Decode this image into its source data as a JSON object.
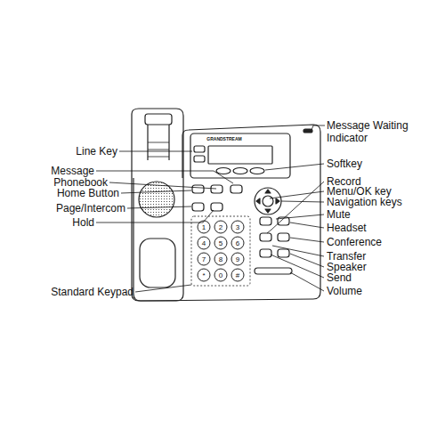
{
  "diagram": {
    "labels": [
      "Message Waiting Indicator",
      "Line Key",
      "GRANDSTREAM",
      "Softkey",
      "Message",
      "Record",
      "Phonebook",
      "Menu/OK key",
      "Home Button",
      "Navigation keys",
      "Page/Intercom",
      "Mute",
      "Hold",
      "Headset",
      "Conference",
      "Transfer",
      "Speaker",
      "Send",
      "Standard Keypad",
      "Volume",
      "1",
      "2",
      "3",
      "4",
      "5",
      "6",
      "7",
      "8",
      "9",
      "*",
      "0",
      "#"
    ]
  }
}
